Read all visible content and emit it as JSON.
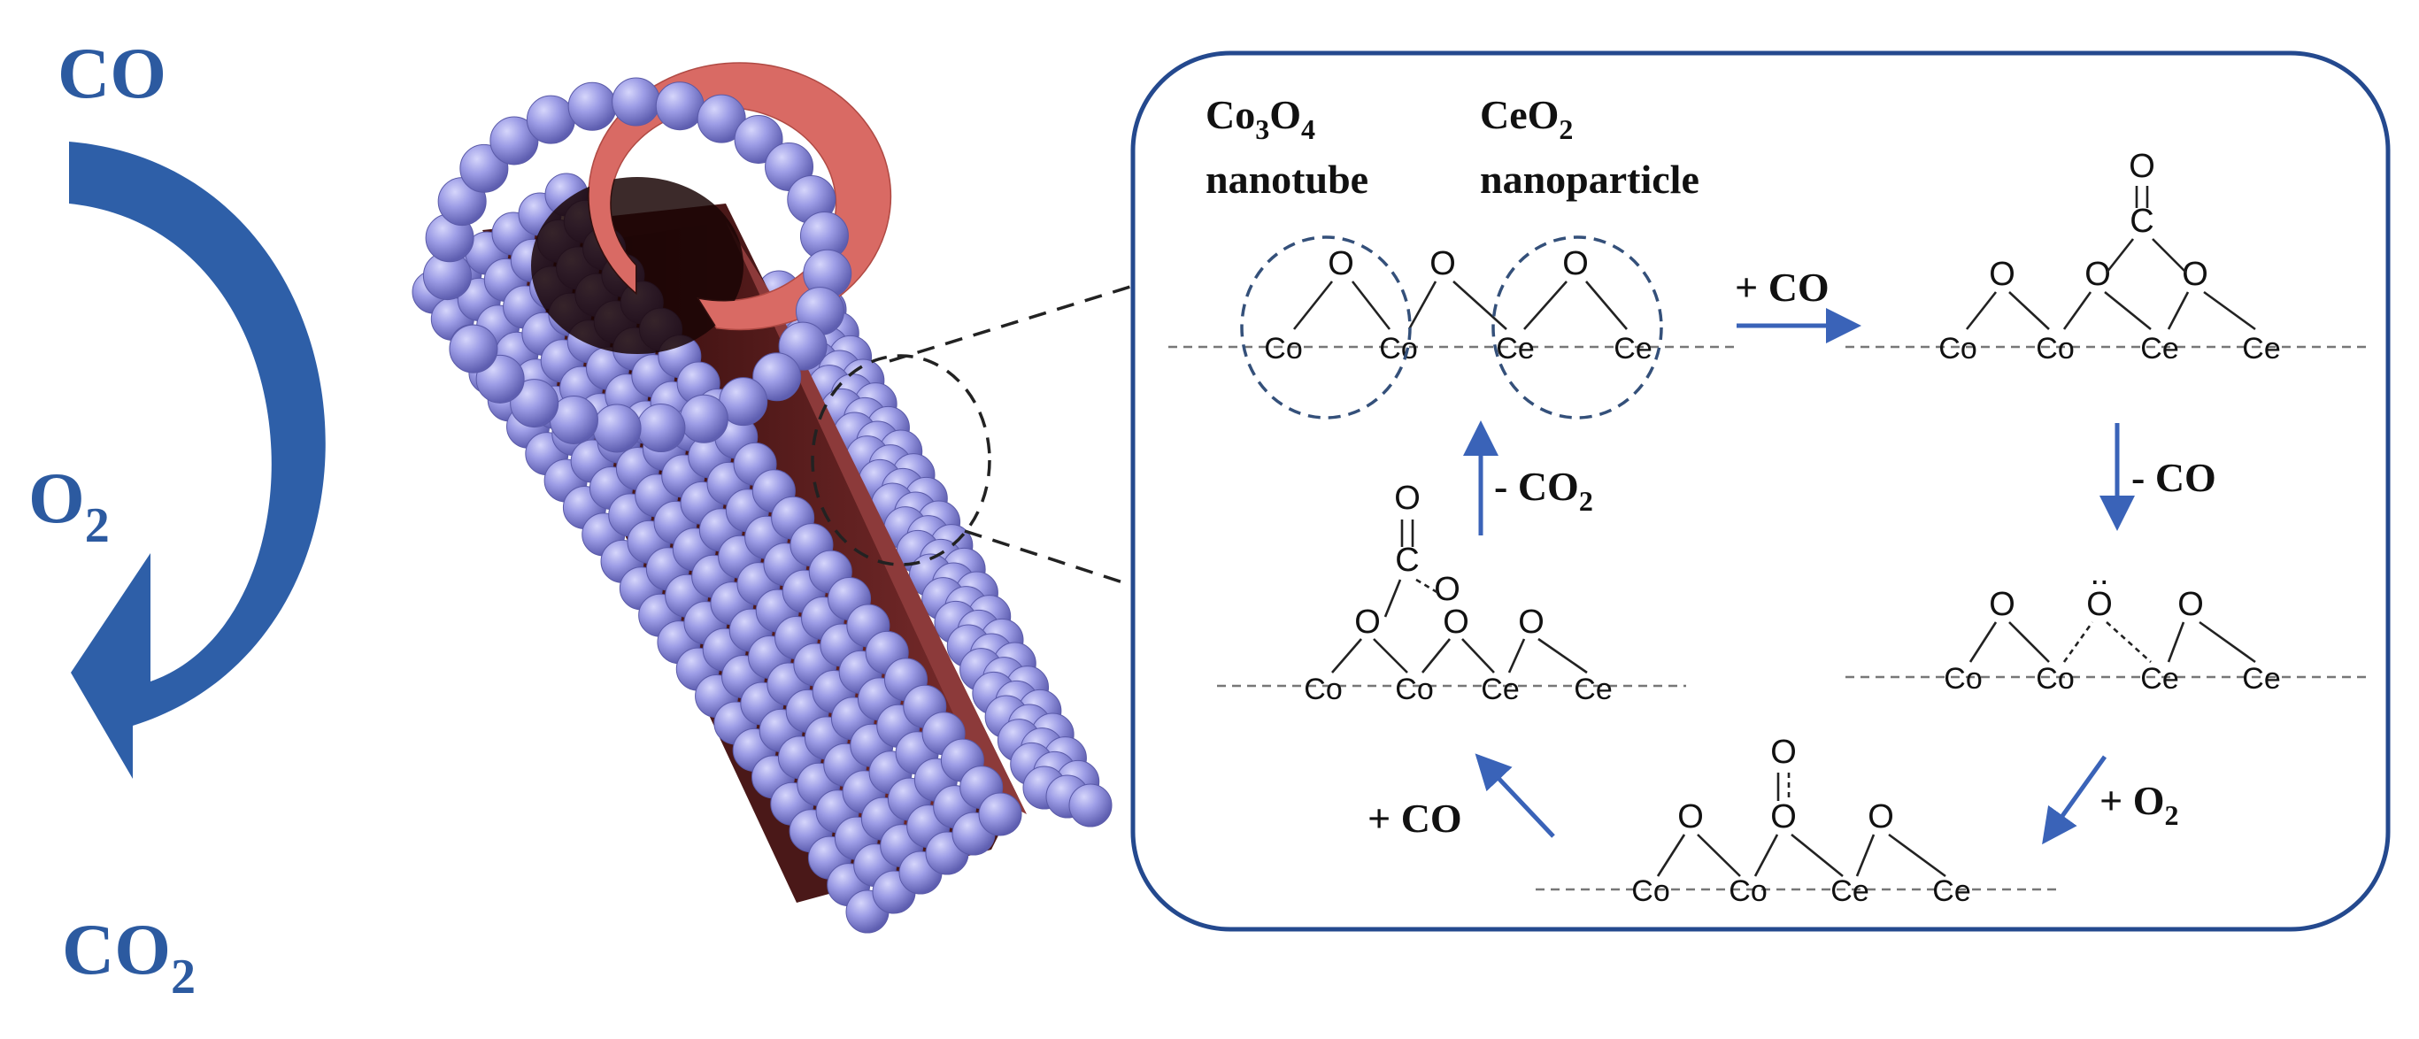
{
  "side": {
    "top_label": "CO",
    "middle_label": "O",
    "middle_sub": "2",
    "bottom_label": "CO",
    "bottom_sub": "2"
  },
  "panel": {
    "material1": {
      "line1_a": "Co",
      "line1_sub1": "3",
      "line1_b": "O",
      "line1_sub2": "4",
      "line2": "nanotube"
    },
    "material2": {
      "line1_a": "CeO",
      "line1_sub": "2",
      "line2": "nanoparticle"
    },
    "arrows": {
      "add_co_top": "+ CO",
      "minus_co": "- CO",
      "add_o2": "+ O",
      "add_o2_sub": "2",
      "add_co_bottom": "+ CO",
      "minus_co2": "- CO",
      "minus_co2_sub": "2"
    },
    "atoms": {
      "co": "Co",
      "ce": "Ce",
      "o": "O",
      "c": "C"
    },
    "dots": ".."
  },
  "colors": {
    "blue": "#2c5aa0",
    "arrow_blue": "#3a63b8",
    "panel_border": "#24498e",
    "tube_red": "#d96a64",
    "tube_dark": "#5a1f1f",
    "sphere": "#8f8fe0"
  }
}
